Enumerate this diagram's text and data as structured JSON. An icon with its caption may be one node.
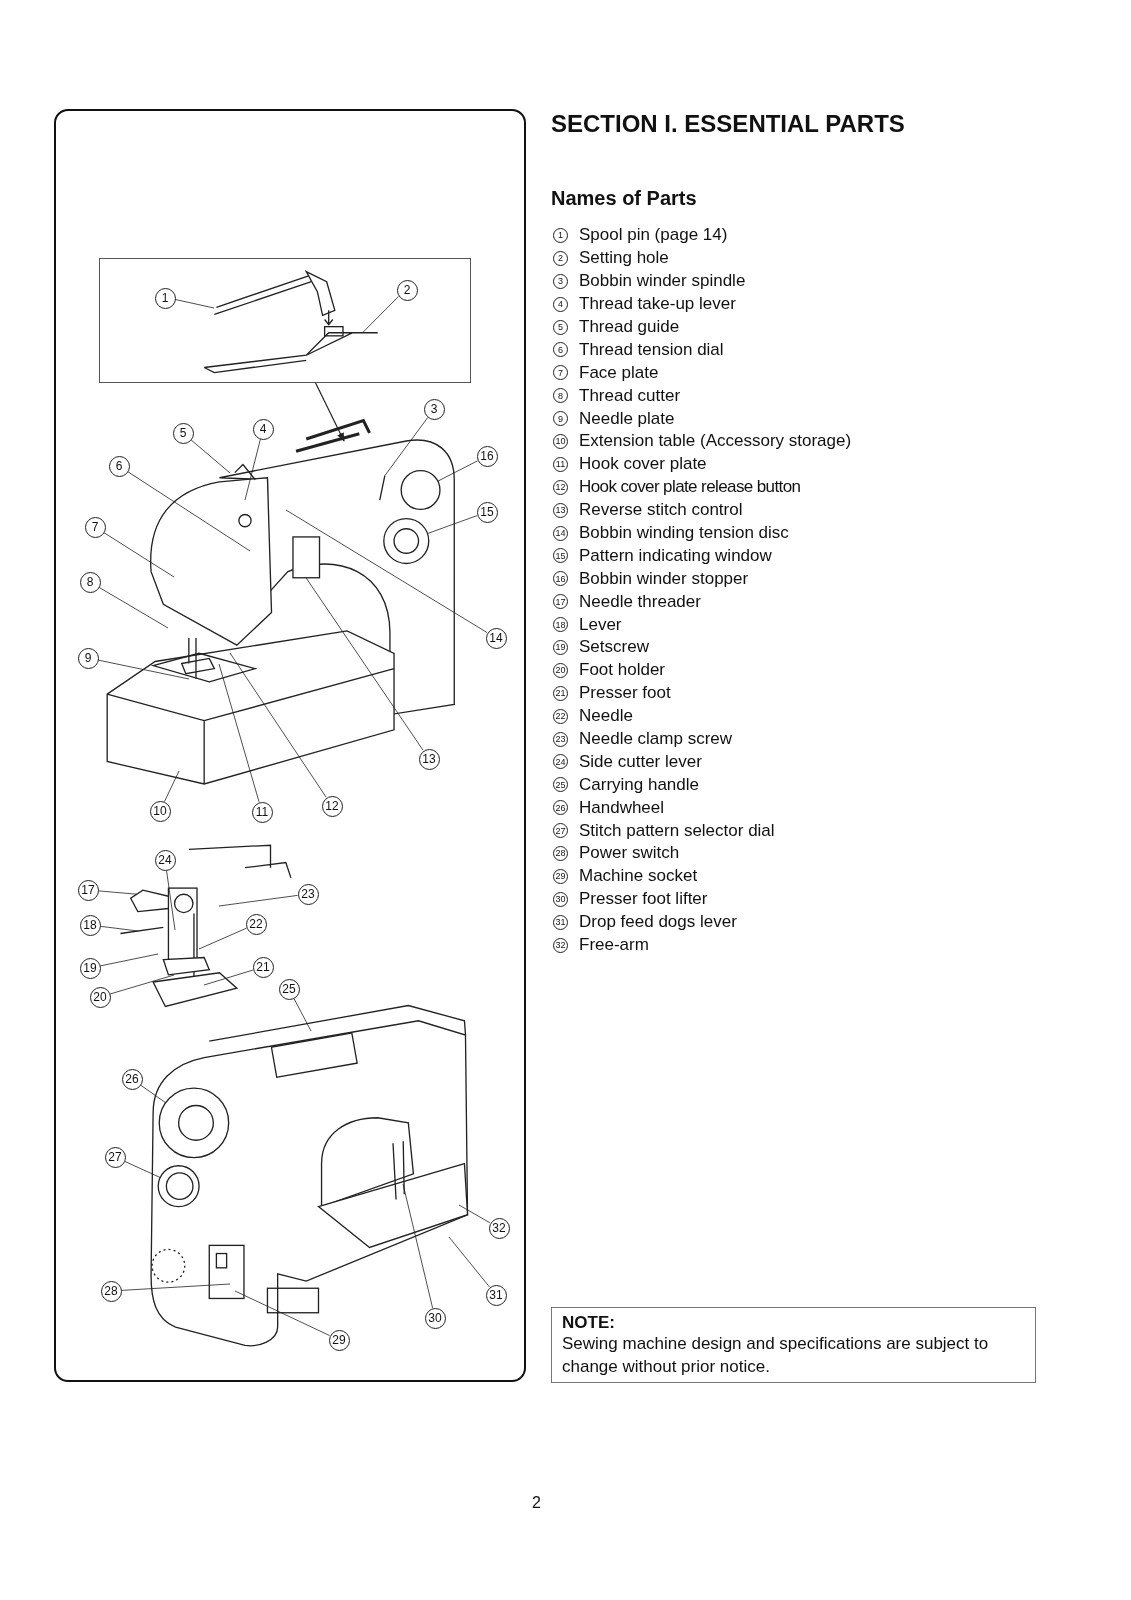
{
  "diagram": {
    "title": "SECTION I. ESSENTIAL PARTS",
    "nodes": [
      {
        "text": [],
        "shape": "box"
      },
      {
        "text": [
          "1"
        ],
        "in": 0
      },
      {
        "text": [
          "2"
        ],
        "in": 0
      },
      {
        "text": [
          "3"
        ]
      },
      {
        "text": [
          "4"
        ]
      },
      {
        "text": [
          "5"
        ]
      },
      {
        "text": [
          "6"
        ]
      },
      {
        "text": [
          "7"
        ]
      },
      {
        "text": [
          "8"
        ]
      },
      {
        "text": [
          "9"
        ]
      },
      {
        "text": [
          "10"
        ]
      },
      {
        "text": [
          "11"
        ]
      },
      {
        "text": [
          "12"
        ]
      },
      {
        "text": [
          "13"
        ]
      },
      {
        "text": [
          "14"
        ]
      },
      {
        "text": [
          "15"
        ]
      },
      {
        "text": [
          "16"
        ]
      },
      {
        "text": [
          "17"
        ]
      },
      {
        "text": [
          "18"
        ]
      },
      {
        "text": [
          "19"
        ]
      },
      {
        "text": [
          "20"
        ]
      },
      {
        "text": [
          "21"
        ]
      },
      {
        "text": [
          "22"
        ]
      },
      {
        "text": [
          "23"
        ]
      },
      {
        "text": [
          "24"
        ]
      },
      {
        "text": [
          "25"
        ]
      },
      {
        "text": [
          "26"
        ]
      },
      {
        "text": [
          "27"
        ]
      },
      {
        "text": [
          "28"
        ]
      },
      {
        "text": [
          "29"
        ]
      },
      {
        "text": [
          "30"
        ]
      },
      {
        "text": [
          "31"
        ]
      },
      {
        "text": [
          "32"
        ]
      },
      {
        "text": [
          "NOTE:",
          "Sewing machine design and specifications are subject to change without prior notice."
        ]
      }
    ],
    "edges": [
      {
        "from": 0,
        "to": null,
        "arrow": "to"
      },
      {
        "from": 1,
        "to": null,
        "arrow": "none"
      },
      {
        "from": 2,
        "to": null,
        "arrow": "none"
      },
      {
        "from": 3,
        "to": null,
        "arrow": "none"
      },
      {
        "from": 4,
        "to": null,
        "arrow": "none"
      },
      {
        "from": 5,
        "to": null,
        "arrow": "none"
      },
      {
        "from": 6,
        "to": null,
        "arrow": "none"
      },
      {
        "from": 7,
        "to": null,
        "arrow": "none"
      },
      {
        "from": 8,
        "to": null,
        "arrow": "none"
      },
      {
        "from": 9,
        "to": null,
        "arrow": "none"
      },
      {
        "from": 10,
        "to": null,
        "arrow": "none"
      },
      {
        "from": 11,
        "to": null,
        "arrow": "none"
      },
      {
        "from": 12,
        "to": null,
        "arrow": "none"
      },
      {
        "from": 13,
        "to": null,
        "arrow": "none"
      },
      {
        "from": 14,
        "to": null,
        "arrow": "none"
      },
      {
        "from": 15,
        "to": null,
        "arrow": "none"
      },
      {
        "from": 16,
        "to": null,
        "arrow": "none"
      },
      {
        "from": 17,
        "to": null,
        "arrow": "none"
      },
      {
        "from": 18,
        "to": null,
        "arrow": "none"
      },
      {
        "from": 19,
        "to": null,
        "arrow": "none"
      },
      {
        "from": 20,
        "to": null,
        "arrow": "none"
      },
      {
        "from": 21,
        "to": null,
        "arrow": "none"
      },
      {
        "from": 22,
        "to": null,
        "arrow": "none"
      },
      {
        "from": 23,
        "to": null,
        "arrow": "none"
      },
      {
        "from": 24,
        "to": null,
        "arrow": "none"
      },
      {
        "from": 25,
        "to": null,
        "arrow": "none"
      },
      {
        "from": 26,
        "to": null,
        "arrow": "none"
      },
      {
        "from": 27,
        "to": null,
        "arrow": "none"
      },
      {
        "from": 28,
        "to": null,
        "arrow": "none"
      },
      {
        "from": 29,
        "to": null,
        "arrow": "none"
      },
      {
        "from": 30,
        "to": null,
        "arrow": "none"
      },
      {
        "from": 31,
        "to": null,
        "arrow": "none"
      },
      {
        "from": 32,
        "to": null,
        "arrow": "none"
      }
    ],
    "labels": [
      "Names of Parts",
      "1",
      "Spool pin (page 14)",
      "2",
      "Setting hole",
      "3",
      "Bobbin winder spindle",
      "4",
      "Thread take-up lever",
      "5",
      "Thread guide",
      "6",
      "Thread tension dial",
      "7",
      "Face plate",
      "8",
      "Thread cutter",
      "9",
      "Needle plate",
      "10",
      "Extension table (Accessory storage)",
      "11",
      "Hook cover plate",
      "12",
      "Hook cover plate release button",
      "13",
      "Reverse stitch control",
      "14",
      "Bobbin winding tension disc",
      "15",
      "Pattern indicating window",
      "16",
      "Bobbin winder stopper",
      "17",
      "Needle threader",
      "18",
      "Lever",
      "19",
      "Setscrew",
      "20",
      "Foot holder",
      "21",
      "Presser foot",
      "22",
      "Needle",
      "23",
      "Needle clamp screw",
      "24",
      "Side cutter lever",
      "25",
      "Carrying handle",
      "26",
      "Handwheel",
      "27",
      "Stitch pattern selector dial",
      "28",
      "Power switch",
      "29",
      "Machine socket",
      "30",
      "Presser foot lifter",
      "31",
      "Drop feed dogs lever",
      "32",
      "Free-arm",
      "2"
    ]
  }
}
